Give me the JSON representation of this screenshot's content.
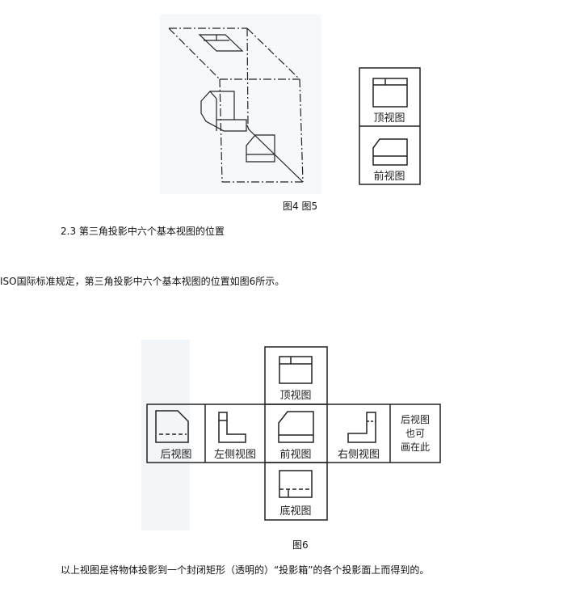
{
  "figure45": {
    "views": {
      "top": "顶视图",
      "front": "前视图"
    },
    "caption": "图4 图5"
  },
  "heading": "2.3 第三角投影中六个基本视图的位置",
  "paragraph": "ISO国际标准规定，第三角投影中六个基本视图的位置如图6所示。",
  "figure6": {
    "views": {
      "top": "顶视图",
      "back": "后视图",
      "left": "左侧视图",
      "front": "前视图",
      "right": "右侧视图",
      "rear_alt_line1": "后视图",
      "rear_alt_line2": "也可",
      "rear_alt_line3": "画在此",
      "bottom": "底视图"
    },
    "caption": "图6"
  },
  "closing": "以上视图是将物体投影到一个封闭矩形（透明的）“投影箱”的各个投影面上而得到的。"
}
